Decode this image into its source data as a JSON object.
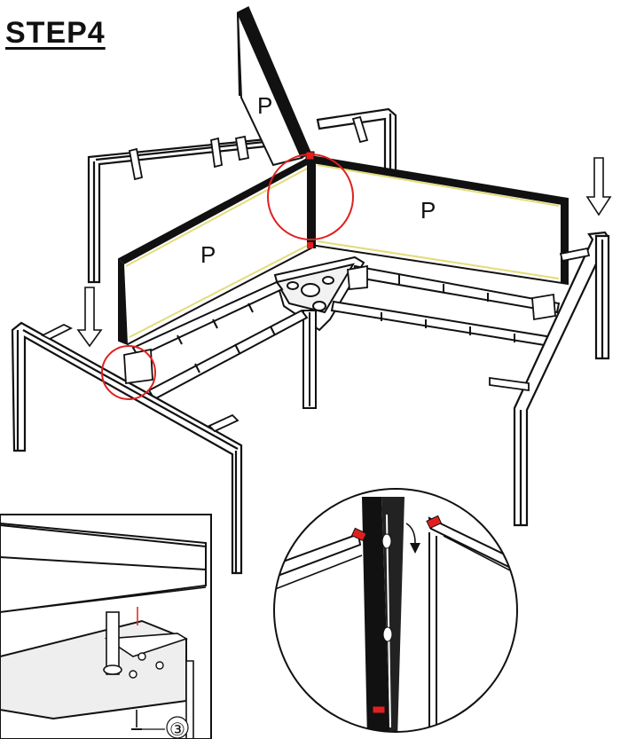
{
  "title": "STEP4",
  "panel_labels": [
    "P",
    "P",
    "P"
  ],
  "part_callout": "③",
  "colors": {
    "line": "#111111",
    "panel_fill": "#fffffa",
    "panel_edge_highlight": "#e3dc7a",
    "marker_red": "#e02020",
    "panel_dark": "#111111"
  }
}
